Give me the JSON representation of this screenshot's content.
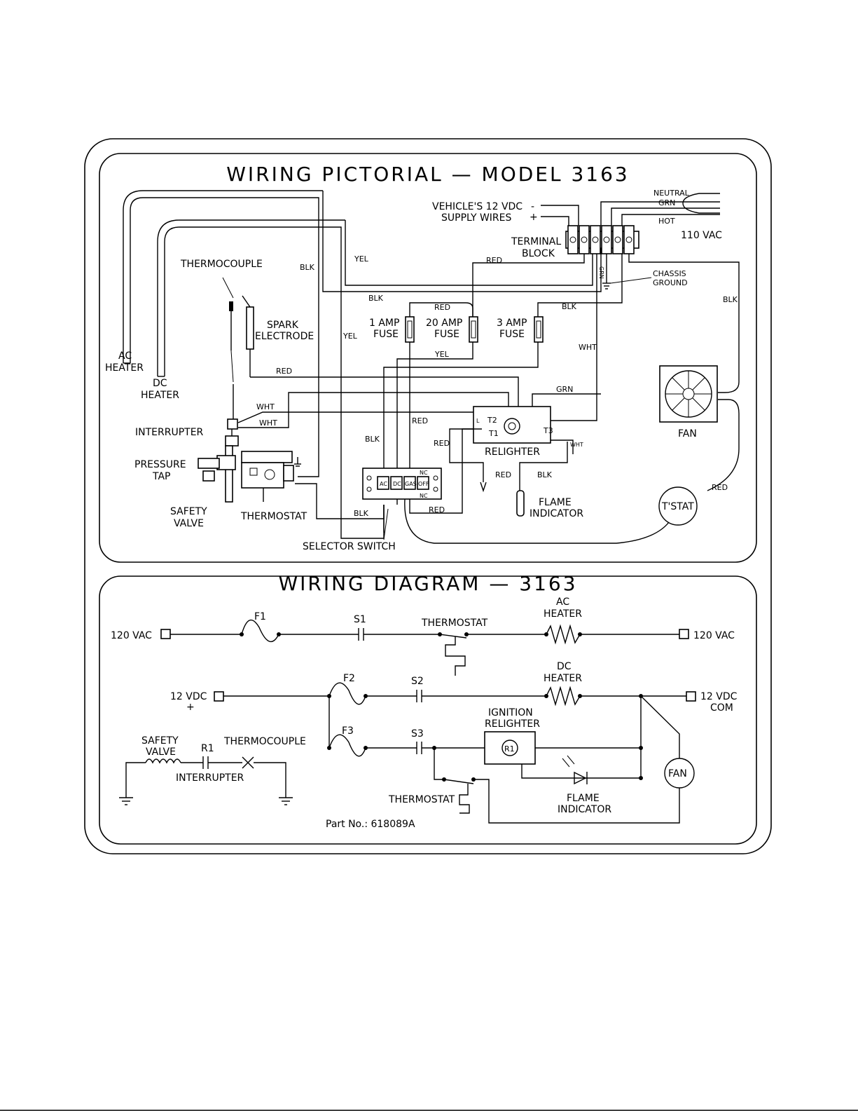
{
  "pictorial": {
    "title": "WIRING PICTORIAL  —  MODEL 3163",
    "labels": {
      "neutral": "NEUTRAL",
      "grn_top": "GRN",
      "hot": "HOT",
      "vac110": "110 VAC",
      "supply1": "VEHICLE'S 12 VDC",
      "supply2": "SUPPLY WIRES",
      "minus": "-",
      "plus": "+",
      "terminal1": "TERMINAL",
      "terminal2": "BLOCK",
      "grn_vert": "GRN",
      "chassis1": "CHASSIS",
      "chassis2": "GROUND",
      "thermocouple": "THERMOCOUPLE",
      "blk1": "BLK",
      "yel1": "YEL",
      "red1": "RED",
      "blk2": "BLK",
      "red2": "RED",
      "blk3": "BLK",
      "blk_right": "BLK",
      "spark1": "SPARK",
      "spark2": "ELECTRODE",
      "fuse1a": "1 AMP",
      "fuse1b": "FUSE",
      "fuse20a": "20 AMP",
      "fuse20b": "FUSE",
      "fuse3a": "3 AMP",
      "fuse3b": "FUSE",
      "yel2": "YEL",
      "yel3": "YEL",
      "wht1": "WHT",
      "ac_heater1": "AC",
      "ac_heater2": "HEATER",
      "dc_heater1": "DC",
      "dc_heater2": "HEATER",
      "red3": "RED",
      "grn2": "GRN",
      "wht2": "WHT",
      "wht3": "WHT",
      "interrupter": "INTERRUPTER",
      "red4": "RED",
      "blk4": "BLK",
      "red5": "RED",
      "wht4": "WHT",
      "relighter": "RELIGHTER",
      "fan": "FAN",
      "pressure1": "PRESSURE",
      "pressure2": "TAP",
      "red6": "RED",
      "blk5": "BLK",
      "red7": "RED",
      "safety1": "SAFETY",
      "safety2": "VALVE",
      "thermostat": "THERMOSTAT",
      "blk6": "BLK",
      "red8": "RED",
      "flame1": "FLAME",
      "flame2": "INDICATOR",
      "tstat": "T'STAT",
      "selector": "SELECTOR SWITCH",
      "sw_ac": "AC",
      "sw_dc": "DC",
      "sw_gas": "GAS",
      "sw_off": "OFF",
      "sw_nc1": "NC",
      "sw_nc2": "NC",
      "t1": "T1",
      "t2": "T2",
      "t3": "T3",
      "l": "L"
    }
  },
  "diagram": {
    "title": "WIRING DIAGRAM  —  3163",
    "labels": {
      "vac_left": "120 VAC",
      "vac_right": "120 VAC",
      "f1": "F1",
      "s1": "S1",
      "thermostat1": "THERMOSTAT",
      "ac1": "AC",
      "ac2": "HEATER",
      "vdc_left": "12  VDC",
      "vdc_plus": "+",
      "f2": "F2",
      "s2": "S2",
      "dc1": "DC",
      "dc2": "HEATER",
      "vdc_right1": "12  VDC",
      "vdc_right2": "COM",
      "ign1": "IGNITION",
      "ign2": "RELIGHTER",
      "r1_box": "R1",
      "safety1": "SAFETY",
      "safety2": "VALVE",
      "r1": "R1",
      "thermocouple": "THERMOCOUPLE",
      "f3": "F3",
      "s3": "S3",
      "interrupter": "INTERRUPTER",
      "fan": "FAN",
      "thermostat2": "THERMOSTAT",
      "flame1": "FLAME",
      "flame2": "INDICATOR",
      "part": "Part No.:  618089A"
    }
  }
}
